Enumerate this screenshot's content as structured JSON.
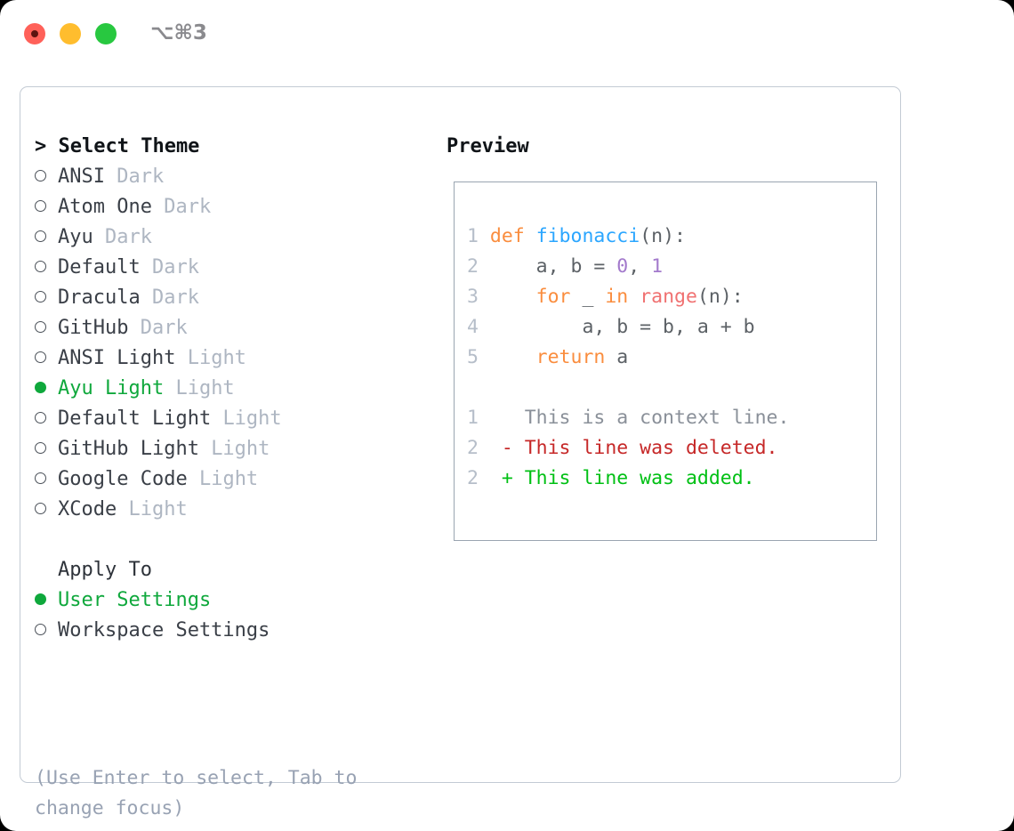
{
  "titlebar": {
    "shortcut": "⌥⌘3",
    "traffic_lights": [
      {
        "name": "close",
        "color": "#FF6159"
      },
      {
        "name": "minimize",
        "color": "#FFBD2E"
      },
      {
        "name": "maximize",
        "color": "#28C840"
      }
    ]
  },
  "theme_list": {
    "header": "> Select Theme",
    "items": [
      {
        "marker": "o",
        "name": "ANSI",
        "mode": "Dark",
        "selected": false
      },
      {
        "marker": "o",
        "name": "Atom One",
        "mode": "Dark",
        "selected": false
      },
      {
        "marker": "o",
        "name": "Ayu",
        "mode": "Dark",
        "selected": false
      },
      {
        "marker": "o",
        "name": "Default",
        "mode": "Dark",
        "selected": false
      },
      {
        "marker": "o",
        "name": "Dracula",
        "mode": "Dark",
        "selected": false
      },
      {
        "marker": "o",
        "name": "GitHub",
        "mode": "Dark",
        "selected": false
      },
      {
        "marker": "o",
        "name": "ANSI Light",
        "mode": "Light",
        "selected": false
      },
      {
        "marker": "●",
        "name": "Ayu Light",
        "mode": "Light",
        "selected": true
      },
      {
        "marker": "o",
        "name": "Default Light",
        "mode": "Light",
        "selected": false
      },
      {
        "marker": "o",
        "name": "GitHub Light",
        "mode": "Light",
        "selected": false
      },
      {
        "marker": "o",
        "name": "Google Code",
        "mode": "Light",
        "selected": false
      },
      {
        "marker": "o",
        "name": "XCode",
        "mode": "Light",
        "selected": false
      }
    ]
  },
  "apply_to": {
    "header": "Apply To",
    "items": [
      {
        "name": "User Settings",
        "selected": true
      },
      {
        "name": "Workspace Settings",
        "selected": false
      }
    ]
  },
  "hint": "(Use Enter to select, Tab to change focus)",
  "preview": {
    "title": "Preview",
    "code_lines": [
      {
        "num": "1",
        "tokens": [
          {
            "t": "def",
            "c": "kw"
          },
          {
            "t": " ",
            "c": "pl"
          },
          {
            "t": "fibonacci",
            "c": "fn"
          },
          {
            "t": "(n):",
            "c": "pl"
          }
        ]
      },
      {
        "num": "2",
        "tokens": [
          {
            "t": "    a, b = ",
            "c": "pl"
          },
          {
            "t": "0",
            "c": "num"
          },
          {
            "t": ", ",
            "c": "pl"
          },
          {
            "t": "1",
            "c": "num"
          }
        ]
      },
      {
        "num": "3",
        "tokens": [
          {
            "t": "    ",
            "c": "pl"
          },
          {
            "t": "for",
            "c": "kw"
          },
          {
            "t": " _ ",
            "c": "pl"
          },
          {
            "t": "in",
            "c": "kw"
          },
          {
            "t": " ",
            "c": "pl"
          },
          {
            "t": "range",
            "c": "bi"
          },
          {
            "t": "(n):",
            "c": "pl"
          }
        ]
      },
      {
        "num": "4",
        "tokens": [
          {
            "t": "        a, b = b, a + b",
            "c": "pl"
          }
        ]
      },
      {
        "num": "5",
        "tokens": [
          {
            "t": "    ",
            "c": "pl"
          },
          {
            "t": "return",
            "c": "kw"
          },
          {
            "t": " a",
            "c": "pl"
          }
        ]
      }
    ],
    "diff_lines": [
      {
        "num": "1",
        "sign": " ",
        "text": "This is a context line.",
        "kind": "ctx"
      },
      {
        "num": "2",
        "sign": "-",
        "text": "This line was deleted.",
        "kind": "del"
      },
      {
        "num": "2",
        "sign": "+",
        "text": "This line was added.",
        "kind": "add"
      }
    ]
  }
}
